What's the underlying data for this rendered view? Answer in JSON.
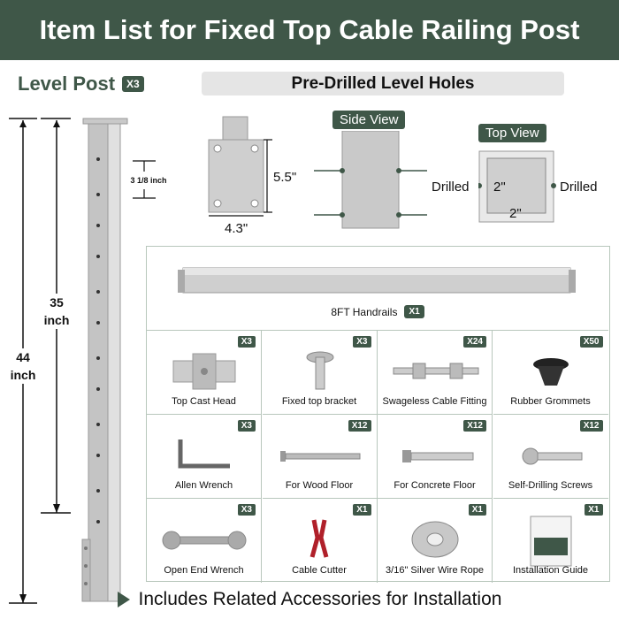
{
  "title": "Item List for Fixed Top Cable Railing Post",
  "level_post": {
    "label": "Level Post",
    "qty": "X3"
  },
  "predrilled": {
    "label": "Pre-Drilled Level Holes"
  },
  "post_dims": {
    "spacing": "3 1/8 inch",
    "inner_height": "35\ninch",
    "total_height": "44\ninch"
  },
  "plate_dims": {
    "height": "5.5\"",
    "width": "4.3\""
  },
  "side_view": {
    "label": "Side View"
  },
  "top_view": {
    "label": "Top View",
    "drilled_left": "Drilled",
    "drilled_right": "Drilled",
    "inner": "2\"",
    "bottom": "2\""
  },
  "handrails": {
    "label": "8FT Handrails",
    "qty": "X1"
  },
  "items": [
    {
      "label": "Top Cast Head",
      "qty": "X3",
      "icon": "cast-head-icon"
    },
    {
      "label": "Fixed top bracket",
      "qty": "X3",
      "icon": "bolt-icon"
    },
    {
      "label": "Swageless Cable Fitting",
      "qty": "X24",
      "icon": "cable-fitting-icon"
    },
    {
      "label": "Rubber Grommets",
      "qty": "X50",
      "icon": "grommet-icon"
    },
    {
      "label": "Allen Wrench",
      "qty": "X3",
      "icon": "allen-wrench-icon"
    },
    {
      "label": "For Wood Floor",
      "qty": "X12",
      "icon": "wood-screw-icon"
    },
    {
      "label": "For Concrete Floor",
      "qty": "X12",
      "icon": "anchor-bolt-icon"
    },
    {
      "label": "Self-Drilling Screws",
      "qty": "X12",
      "icon": "self-drilling-screw-icon"
    },
    {
      "label": "Open End Wrench",
      "qty": "X3",
      "icon": "open-end-wrench-icon"
    },
    {
      "label": "Cable Cutter",
      "qty": "X1",
      "icon": "cable-cutter-icon"
    },
    {
      "label": "3/16\" Silver Wire Rope",
      "qty": "X1",
      "icon": "wire-rope-icon"
    },
    {
      "label": "Installation Guide",
      "qty": "X1",
      "icon": "guide-book-icon"
    }
  ],
  "footer": {
    "label": "Includes Related Accessories for Installation"
  },
  "colors": {
    "brand": "#3f5748",
    "steel": "#b7b7b7"
  }
}
